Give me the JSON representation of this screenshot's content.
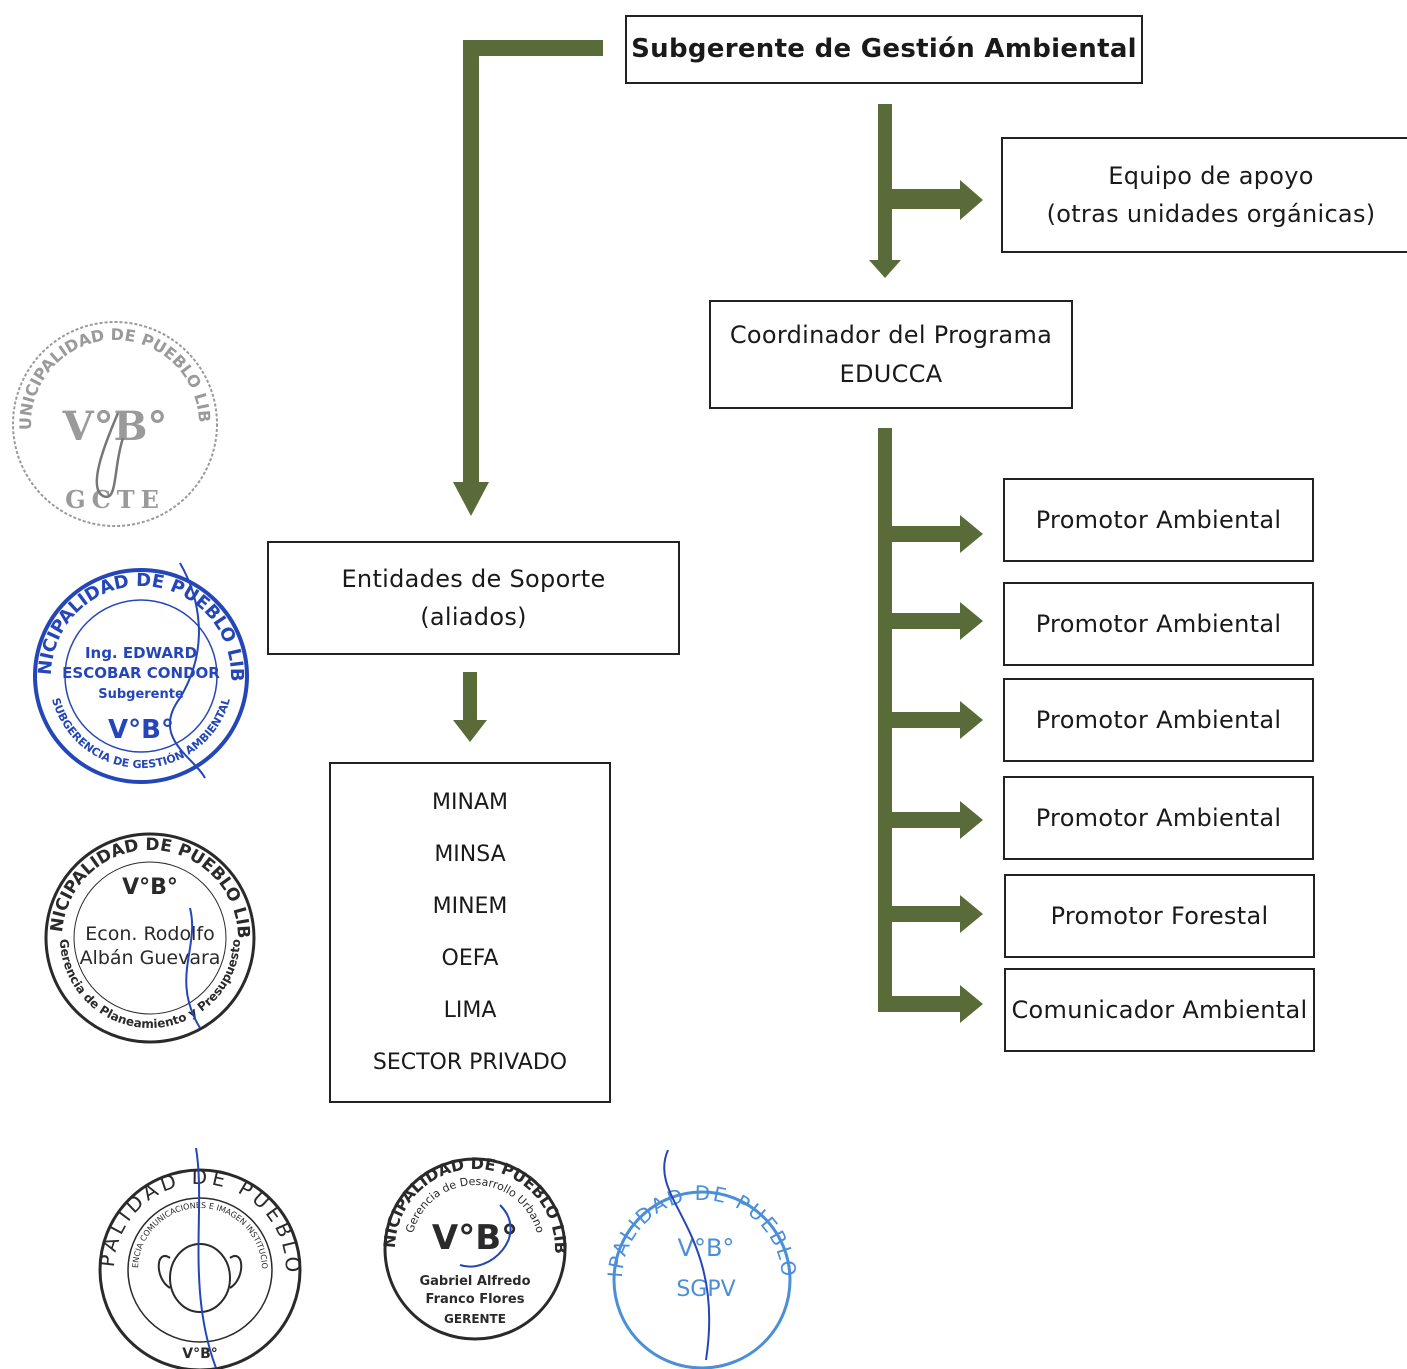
{
  "chart": {
    "head": "Subgerente de Gestión Ambiental",
    "support_team": [
      "Equipo de apoyo",
      "(otras unidades orgánicas)"
    ],
    "coordinator": [
      "Coordinador del Programa",
      "EDUCCA"
    ],
    "support_entities": [
      "Entidades de Soporte",
      "(aliados)"
    ],
    "allies": [
      "MINAM",
      "MINSA",
      "MINEM",
      "OEFA",
      "LIMA",
      "SECTOR PRIVADO"
    ],
    "staff": [
      "Promotor Ambiental",
      "Promotor Ambiental",
      "Promotor Ambiental",
      "Promotor Ambiental",
      "Promotor Forestal",
      "Comunicador Ambiental"
    ]
  },
  "colors": {
    "connector": "#5a6b3a",
    "box_border": "#222222",
    "stamp_blue": "#2446b8",
    "stamp_gray": "#9a9a9a",
    "stamp_black": "#2a2a2a"
  },
  "stamps": [
    {
      "ring": "MUNICIPALIDAD DE PUEBLO LIBRE",
      "center": "V°B°",
      "bottom": "GCTE"
    },
    {
      "ring": "MUNICIPALIDAD DE PUEBLO LIBRE",
      "bottom_ring": "SUBGERENCIA DE GESTIÓN AMBIENTAL",
      "name": [
        "Ing. EDWARD",
        "ESCOBAR CONDOR"
      ],
      "role": "Subgerente",
      "center": "V°B°"
    },
    {
      "ring": "MUNICIPALIDAD DE PUEBLO LIBRE",
      "bottom_ring": "Gerencia de Planeamiento y Presupuesto",
      "center": "V°B°",
      "name": [
        "Econ. Rodolfo",
        "Albán Guevara"
      ]
    },
    {
      "ring": "MUNICIPALIDAD DE PUEBLO LIBRE",
      "inner_ring": "GERENCIA COMUNICACIONES E IMAGEN INSTITUCIONAL",
      "center": "V°B°"
    },
    {
      "ring": "MUNICIPALIDAD DE PUEBLO LIBRE",
      "inner_ring": "Gerencia de Desarrollo Urbano",
      "center": "V°B°",
      "name": [
        "Gabriel Alfredo",
        "Franco Flores"
      ],
      "role": "GERENTE"
    },
    {
      "ring": "MUNICIPALIDAD DE PUEBLO LIBRE",
      "center": "V°B°",
      "bottom": "SGPV"
    }
  ]
}
